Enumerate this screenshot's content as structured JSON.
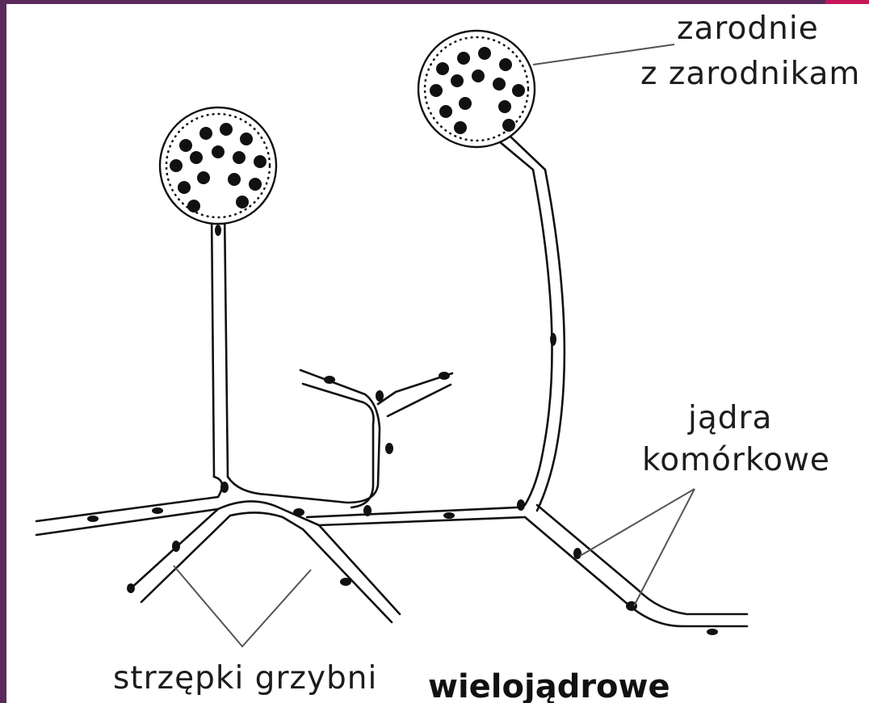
{
  "labels": {
    "sporangia_line1": "zarodnie",
    "sporangia_line2": "z zarodnikam",
    "nuclei_line1": "jądra",
    "nuclei_line2": "komórkowe",
    "hyphae": "strzępki grzybni",
    "caption": "wielojądrowe"
  },
  "colors": {
    "border": "#5a2a5c",
    "accent": "#c5175a",
    "ink": "#111111",
    "pointer": "#555555"
  }
}
